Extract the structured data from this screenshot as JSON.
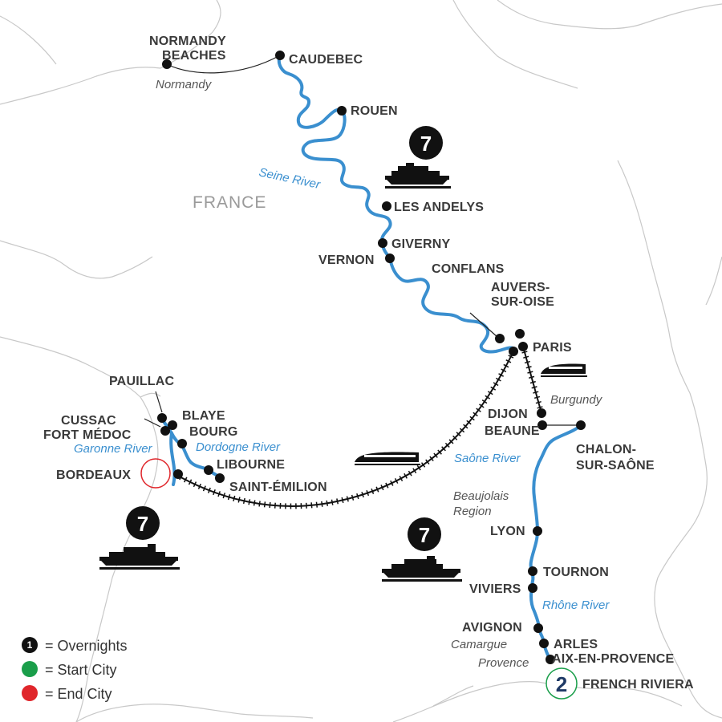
{
  "map": {
    "country": "FRANCE",
    "colors": {
      "river": "#3a8fcf",
      "border": "#c8c8c8",
      "dot": "#111111",
      "start": "#1a9e4a",
      "end": "#e0262b",
      "badge_navy": "#1f3a66"
    },
    "cities": {
      "normandy_beaches_1": "NORMANDY",
      "normandy_beaches_2": "BEACHES",
      "caudebec": "CAUDEBEC",
      "rouen": "ROUEN",
      "les_andelys": "LES ANDELYS",
      "giverny": "GIVERNY",
      "vernon": "VERNON",
      "conflans": "CONFLANS",
      "auvers_1": "AUVERS-",
      "auvers_2": "SUR-OISE",
      "paris": "PARIS",
      "dijon": "DIJON",
      "beaune": "BEAUNE",
      "chalon_1": "CHALON-",
      "chalon_2": "SUR-SAÔNE",
      "lyon": "LYON",
      "tournon": "TOURNON",
      "viviers": "VIVIERS",
      "avignon": "AVIGNON",
      "arles": "ARLES",
      "aix": "AIX-EN-PROVENCE",
      "riviera": "FRENCH RIVIERA",
      "pauillac": "PAUILLAC",
      "blaye": "BLAYE",
      "cussac": "CUSSAC",
      "fort_medoc": "FORT MÉDOC",
      "bourg": "BOURG",
      "libourne": "LIBOURNE",
      "bordeaux": "BORDEAUX",
      "saint_emilion": "SAINT-ÉMILION"
    },
    "regions": {
      "normandy": "Normandy",
      "burgundy": "Burgundy",
      "beaujolais_1": "Beaujolais",
      "beaujolais_2": "Region",
      "camargue": "Camargue",
      "provence": "Provence"
    },
    "rivers": {
      "seine": "Seine River",
      "saone": "Saône River",
      "rhone": "Rhône River",
      "garonne": "Garonne River",
      "dordogne": "Dordogne River"
    },
    "badges": {
      "seine_nights": "7",
      "rhone_nights": "7",
      "bordeaux_nights": "7",
      "riviera_nights": "2"
    }
  },
  "legend": {
    "overnights_num": "1",
    "overnights": "= Overnights",
    "start": "= Start City",
    "end": "= End City"
  }
}
